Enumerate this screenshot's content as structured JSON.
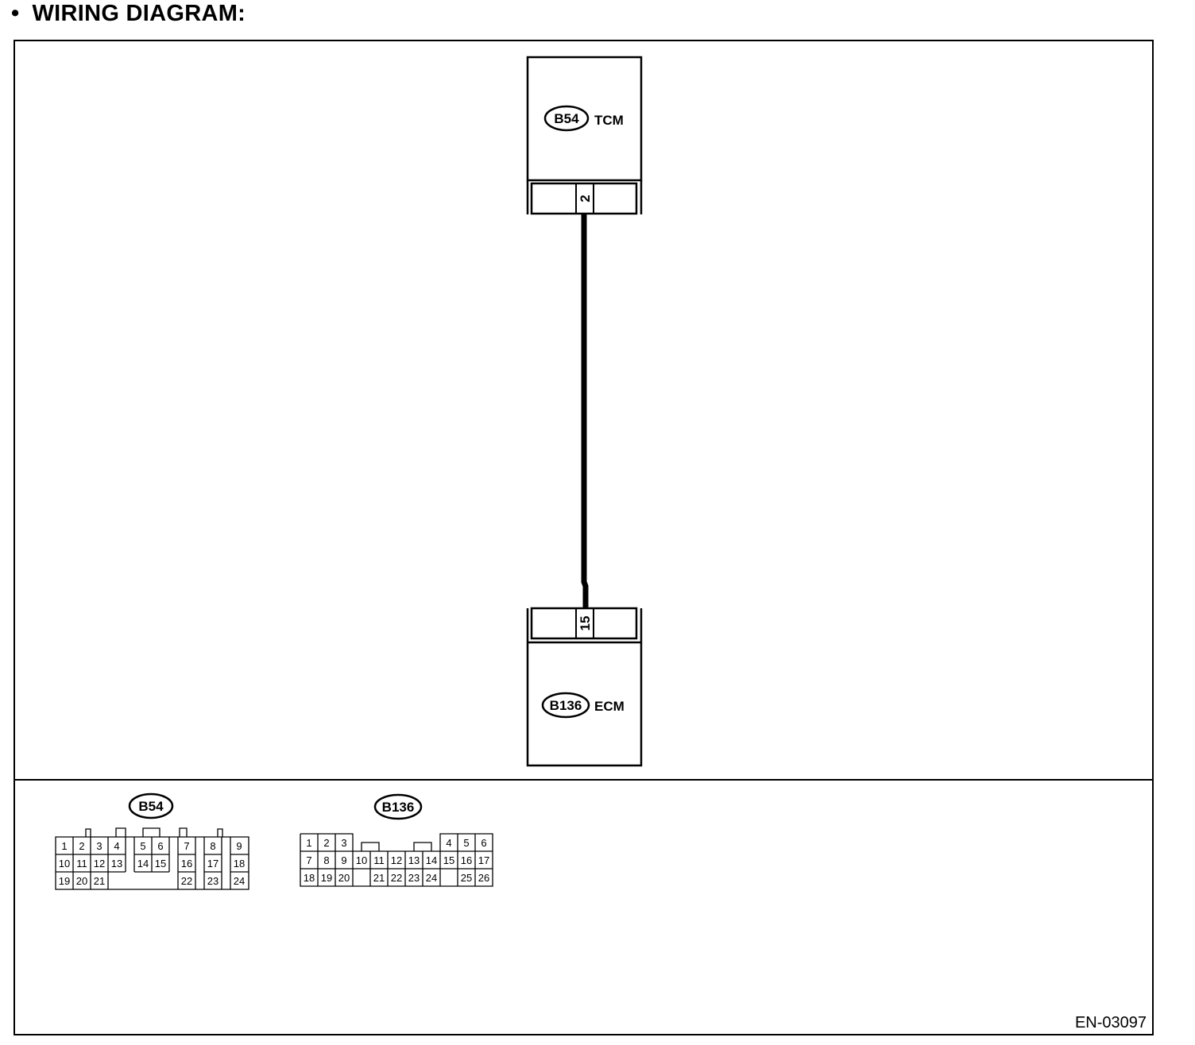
{
  "heading": {
    "bullet": "•",
    "title": "WIRING DIAGRAM:"
  },
  "modules": {
    "tcm": {
      "connector": "B54",
      "name": "TCM",
      "pin": "2"
    },
    "ecm": {
      "connector": "B136",
      "name": "ECM",
      "pin": "15"
    }
  },
  "connector_faces": {
    "b54": {
      "label": "B54",
      "row1": [
        "1",
        "2",
        "3",
        "4",
        "5",
        "6",
        "7",
        "8",
        "9"
      ],
      "row2": [
        "10",
        "11",
        "12",
        "13",
        "14",
        "15",
        "16",
        "17",
        "18"
      ],
      "row3": [
        "19",
        "20",
        "21",
        "22",
        "23",
        "24"
      ]
    },
    "b136": {
      "label": "B136",
      "row1": [
        "1",
        "2",
        "3",
        "4",
        "5",
        "6"
      ],
      "row2": [
        "7",
        "8",
        "9",
        "10",
        "11",
        "12",
        "13",
        "14",
        "15",
        "16",
        "17"
      ],
      "row3": [
        "18",
        "19",
        "20",
        "21",
        "22",
        "23",
        "24",
        "25",
        "26"
      ]
    }
  },
  "figure_code": "EN-03097"
}
